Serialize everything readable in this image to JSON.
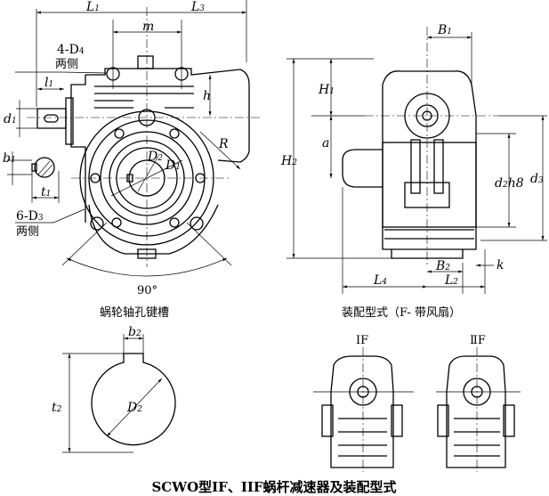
{
  "front_view": {
    "L1": {
      "b": "L",
      "s": "1"
    },
    "L3": {
      "b": "L",
      "s": "3"
    },
    "m": {
      "b": "m",
      "s": ""
    },
    "D4_holes": {
      "b": "4-D",
      "s": "4"
    },
    "D4_note": "两侧",
    "l1": {
      "b": "l",
      "s": "1"
    },
    "d1": {
      "b": "d",
      "s": "1"
    },
    "h": {
      "b": "h",
      "s": ""
    },
    "R": {
      "b": "R",
      "s": ""
    },
    "D2": {
      "b": "D",
      "s": "2"
    },
    "D1": {
      "b": "D",
      "s": "1"
    },
    "b1": {
      "b": "b",
      "s": "1"
    },
    "t1": {
      "b": "t",
      "s": "1"
    },
    "D3_holes": {
      "b": "6-D",
      "s": "3"
    },
    "D3_note": "两侧",
    "angle": "90°"
  },
  "side_view": {
    "B1": {
      "b": "B",
      "s": "1"
    },
    "H1": {
      "b": "H",
      "s": "1"
    },
    "H2": {
      "b": "H",
      "s": "2"
    },
    "a": {
      "b": "a",
      "s": ""
    },
    "d2h8": {
      "b": "d",
      "s": "2",
      "t": "h8"
    },
    "d3": {
      "b": "d",
      "s": "3"
    },
    "B2": {
      "b": "B",
      "s": "2"
    },
    "k": {
      "b": "k",
      "s": ""
    },
    "L4": {
      "b": "L",
      "s": "4"
    },
    "L2": {
      "b": "L",
      "s": "2"
    }
  },
  "keyway": {
    "title": "蜗轮轴孔键槽",
    "b2": {
      "b": "b",
      "s": "2"
    },
    "t2": {
      "b": "t",
      "s": "2"
    },
    "D2": {
      "b": "D",
      "s": "2"
    }
  },
  "assembly": {
    "title": "装配型式（F- 带风扇）",
    "type1": "ⅠF",
    "type2": "ⅡF"
  },
  "caption": "SCWO型IF、IIF蜗杆减速器及装配型式"
}
